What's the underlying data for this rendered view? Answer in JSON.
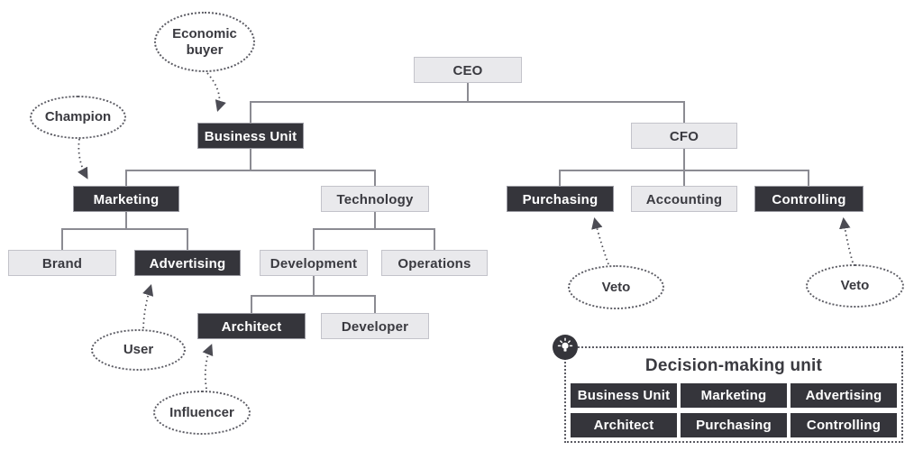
{
  "nodes": {
    "ceo": {
      "label": "CEO",
      "variant": "light"
    },
    "business_unit": {
      "label": "Business Unit",
      "variant": "dark"
    },
    "cfo": {
      "label": "CFO",
      "variant": "light"
    },
    "marketing": {
      "label": "Marketing",
      "variant": "dark"
    },
    "technology": {
      "label": "Technology",
      "variant": "light"
    },
    "purchasing": {
      "label": "Purchasing",
      "variant": "dark"
    },
    "accounting": {
      "label": "Accounting",
      "variant": "light"
    },
    "controlling": {
      "label": "Controlling",
      "variant": "dark"
    },
    "brand": {
      "label": "Brand",
      "variant": "light"
    },
    "advertising": {
      "label": "Advertising",
      "variant": "dark"
    },
    "development": {
      "label": "Development",
      "variant": "light"
    },
    "operations": {
      "label": "Operations",
      "variant": "light"
    },
    "architect": {
      "label": "Architect",
      "variant": "dark"
    },
    "developer": {
      "label": "Developer",
      "variant": "light"
    }
  },
  "annotations": {
    "economic_buyer": {
      "label": "Economic buyer",
      "points_to": "business_unit"
    },
    "champion": {
      "label": "Champion",
      "points_to": "marketing"
    },
    "user": {
      "label": "User",
      "points_to": "advertising"
    },
    "influencer": {
      "label": "Influencer",
      "points_to": "architect"
    },
    "veto_purchasing": {
      "label": "Veto",
      "points_to": "purchasing"
    },
    "veto_controlling": {
      "label": "Veto",
      "points_to": "controlling"
    }
  },
  "legend": {
    "title": "Decision-making unit",
    "icon": "lightbulb-icon",
    "items": [
      "Business Unit",
      "Marketing",
      "Advertising",
      "Architect",
      "Purchasing",
      "Controlling"
    ]
  },
  "colors": {
    "highlight_box": "#35353b",
    "normal_box_fill": "#e9e9ec",
    "normal_box_border": "#c3c3ca",
    "connector_line": "#8b8b92",
    "dotted_annotation": "#5c5c64",
    "text_dark": "#3a3a40",
    "text_light": "#ffffff"
  }
}
